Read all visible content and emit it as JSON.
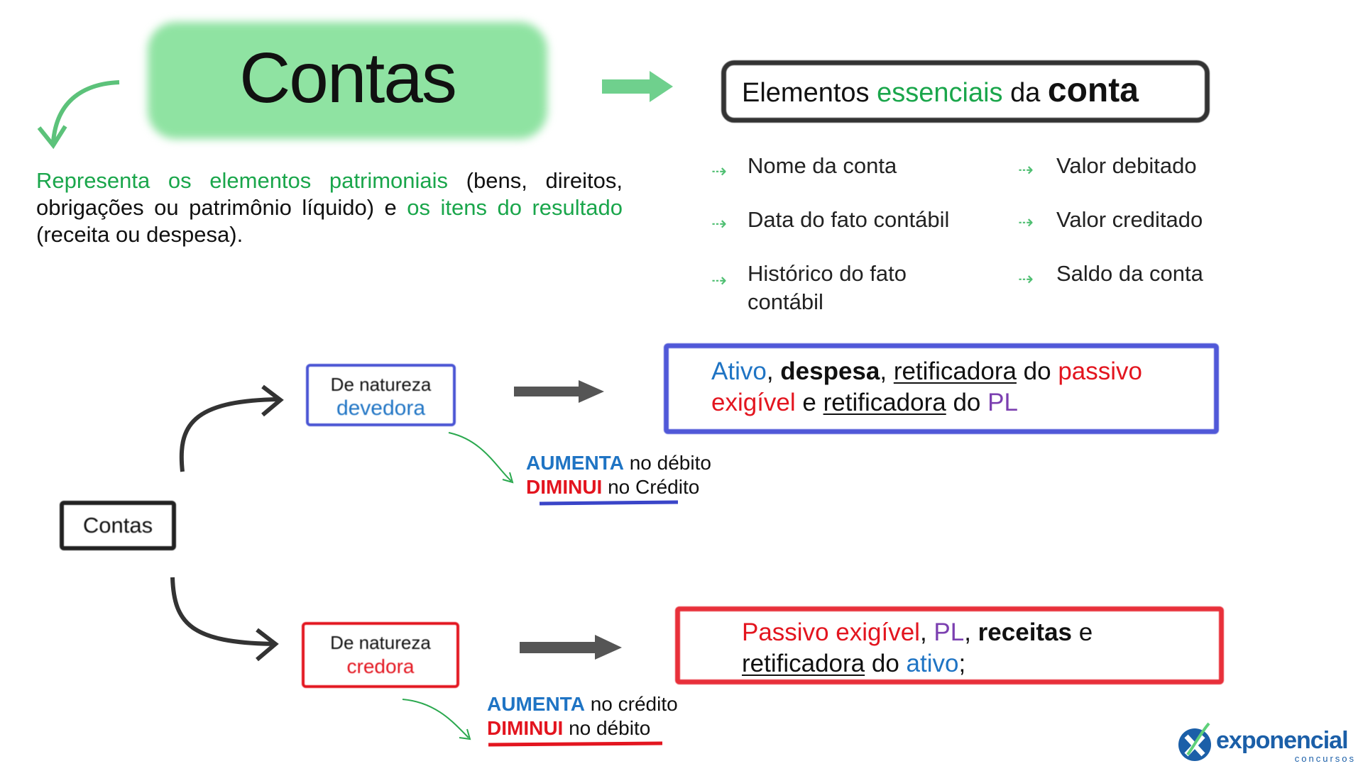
{
  "title": "Contas",
  "elements_header": {
    "part1": "Elementos ",
    "part2": "essenciais",
    "part3": " da ",
    "part4": "conta"
  },
  "elements": [
    "Nome da conta",
    "Data do fato contábil",
    "Histórico do fato contábil",
    "Valor debitado",
    "Valor creditado",
    "Saldo da conta"
  ],
  "definition": {
    "s1": "Representa os elementos patrimoniais",
    "s2": " (bens, direitos, obrigações ou patrimônio líquido) e ",
    "s3": "os itens do resultado",
    "s4": " (receita ou despesa)."
  },
  "root_label": "Contas",
  "devedora": {
    "label_top": "De natureza",
    "label_bottom": "devedora",
    "desc": {
      "a": "Ativo",
      "b": ", ",
      "c": "despesa",
      "d": ", ",
      "e": "retificadora",
      "f": " do ",
      "g": "passivo exigível",
      "h": " e ",
      "i": "retificadora",
      "j": " do ",
      "k": "PL"
    },
    "rule1_a": "AUMENTA",
    "rule1_b": " no débito",
    "rule2_a": "DIMINUI",
    "rule2_b": " no Crédito"
  },
  "credora": {
    "label_top": "De natureza",
    "label_bottom": "credora",
    "desc": {
      "a": "Passivo exigível",
      "b": ", ",
      "c": "PL",
      "d": ", ",
      "e": "receitas",
      "f": " e ",
      "g": "retificadora",
      "h": " do ",
      "i": "ativo",
      "j": ";"
    },
    "rule1_a": "AUMENTA",
    "rule1_b": " no crédito",
    "rule2_a": "DIMINUI",
    "rule2_b": " no débito"
  },
  "logo": {
    "name": "exponencial",
    "sub": "concursos"
  },
  "colors": {
    "green": "#1aa64b",
    "blue": "#1f74c4",
    "red": "#e3151f",
    "purple": "#7b3fb0",
    "logo": "#1b5fa8"
  }
}
